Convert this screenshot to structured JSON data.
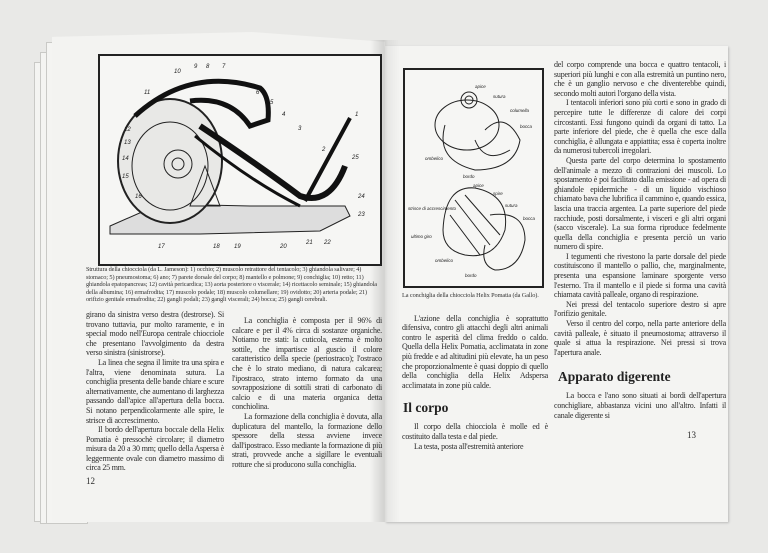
{
  "left_page": {
    "figure_labels": [
      "1",
      "2",
      "3",
      "4",
      "5",
      "6",
      "7",
      "8",
      "9",
      "10",
      "11",
      "12",
      "13",
      "14",
      "15",
      "16",
      "17",
      "18",
      "19",
      "20",
      "21",
      "22",
      "23",
      "24",
      "25"
    ],
    "caption": "Struttura della chiocciola (da L. Jameson): 1) occhio; 2) muscolo retrattore del tentacolo; 3) ghiandola salivare; 4) stomaco; 5) pneumostoma; 6) ano; 7) parete dorsale del corpo; 8) mantello e polmone; 9) conchiglia; 10) retto; 11) ghiandola epatopancreas; 12) cavità pericardica; 13) aorta posteriore o viscerale; 14) ricettacolo seminale; 15) ghiandola della albumina; 16) ermafrodita; 17) muscolo podale; 18) muscolo columellare; 19) ovidotto; 20) arteria podale; 21) orifizio genitale ermafrodita; 22) gangli podali; 23) gangli viscerali; 24) bocca; 25) gangli cerebrali.",
    "col1": [
      "girano da sinistra verso destra (destrorse). Si trovano tuttavia, pur molto raramente, e in special modo nell'Europa centrale chiocciole che presentano l'avvolgimento da destra verso sinistra (sinistrorse).",
      "La linea che segna il limite tra una spira e l'altra, viene denominata sutura. La conchiglia presenta delle bande chiare e scure alternativamente, che aumentano di larghezza passando dall'apice all'apertura della bocca. Si notano perpendicolarmente alle spire, le strisce di accrescimento.",
      "Il bordo dell'apertura boccale della Helix Pomatia è pressochè circolare; il diametro misura da 20 a 30 mm; quello della Aspersa è leggermente ovale con diametro massimo di circa 25 mm."
    ],
    "col2": [
      "La conchiglia è composta per il 96% di calcare e per il 4% circa di sostanze organiche. Notiamo tre stati: la cuticola, esterna è molto sottile, che impartisce al guscio il colore caratteristico della specie (periostraco); l'ostraco che è lo strato mediano, di natura calcarea; l'ipostraco, strato interno formato da una sovrapposizione di sottili strati di carbonato di calcio e di una materia organica detta conchiolina.",
      "La formazione della conchiglia è dovuta, alla duplicatura del mantello, la formazione dello spessore della stessa avviene invece dall'ipostraco. Esso mediante la formazione di più strati, provvede anche a sigillare le eventuali rotture che si producono sulla conchiglia."
    ],
    "page_number": "12"
  },
  "right_page": {
    "figure_labels_top": [
      "apice",
      "sutura",
      "columella",
      "bocca",
      "ombelico",
      "bordo"
    ],
    "figure_labels_bottom": [
      "apice",
      "spire",
      "sutura",
      "strisce di accrescimento",
      "bocca",
      "ultimo giro",
      "ombelico",
      "bordo"
    ],
    "caption": "La conchiglia della chiocciola Helix Pomatia (da Gallo).",
    "col1": [
      "L'azione della conchiglia è soprattutto difensiva, contro gli attacchi degli altri animali contro le asperità del clima freddo o caldo. Quella della Helix Pomatia, acclimatata in zone più fredde e ad altitudini più elevate, ha un peso che proporzionalmente è quasi doppio di quello della conchiglia della Helix Adspersa acclimatata in zone più calde."
    ],
    "heading1": "Il corpo",
    "col1b": [
      "Il corpo della chiocciola è molle ed è costituito dalla testa e dal piede.",
      "La testa, posta all'estremità anteriore"
    ],
    "col2": [
      "del corpo comprende una bocca e quattro tentacoli, i superiori più lunghi e con alla estremità un puntino nero, che è un ganglio nervoso e che diventerebbe quindi, secondo molti autori l'organo della vista.",
      "I tentacoli inferiori sono più corti e sono in grado di percepire tutte le differenze di calore dei corpi circostanti. Essi fungono quindi da organi di tatto. La parte inferiore del piede, che è quella che esce dalla conchiglia, è allungata e appiattita; essa è coperta inoltre da numerosi tubercoli irregolari.",
      "Questa parte del corpo determina lo spostamento dell'animale a mezzo di contrazioni dei muscoli. Lo spostamento è poi facilitato dalla emissione - ad opera di ghiandole epidermiche - di un liquido vischioso chiamato bava che lubrifica il cammino e, quando essica, lascia una traccia argentea. La parte superiore del piede racchiude, posti dorsalmente, i visceri e gli altri organi (sacco viscerale). La sua forma riproduce fedelmente quella della conchiglia e presenta perciò un vario numero di spire.",
      "I tegumenti che rivestono la parte dorsale del piede costituiscono il mantello o pallio, che, marginalmente, presenta una espansione laminare sporgente verso l'esterno. Tra il mantello e il piede si forma una cavità chiamata cavità palleale, organo di respirazione.",
      "Nei pressi del tentacolo superiore destro si apre l'orifizio genitale.",
      "Verso il centro del corpo, nella parte anteriore della cavità palleale, è situato il pneumostoma; attraverso il quale si attua la respirazione. Nei pressi si trova l'apertura anale."
    ],
    "heading2": "Apparato digerente",
    "col2b": [
      "La bocca e l'ano sono situati ai bordi dell'apertura conchigliare, abbastanza vicini uno all'altro. Infatti il canale digerente si"
    ],
    "page_number": "13"
  }
}
